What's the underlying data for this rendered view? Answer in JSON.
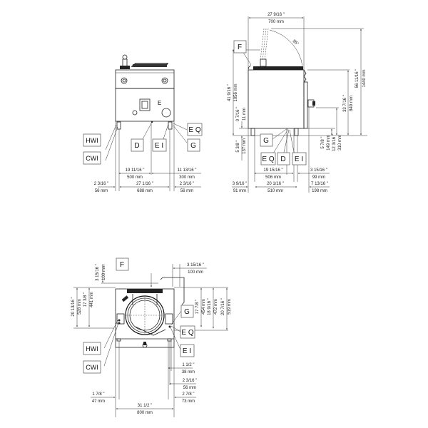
{
  "labels": {
    "HWI": "HWI",
    "CWI": "CWI",
    "D": "D",
    "EI": "E I",
    "EQ": "E Q",
    "G": "G",
    "F": "F"
  },
  "front_view": {
    "dims": {
      "d500_in": "19 11/16 \"",
      "d500_mm": "500 mm",
      "d300_in": "11 13/16 \"",
      "d300_mm": "300 mm",
      "d56l_in": "2 3/16 \"",
      "d56l_mm": "56 mm",
      "d688_in": "27 1/16 \"",
      "d688_mm": "688 mm",
      "d56r_in": "2 3/16 \"",
      "d56r_mm": "56 mm"
    }
  },
  "side_view": {
    "dims": {
      "d700_in": "27 9/16 \"",
      "d700_mm": "700 mm",
      "angle": "85°",
      "d1056_in": "41 9/16 \"",
      "d1056_mm": "1056 mm",
      "d11_in": "0 7/16 \"",
      "d11_mm": "11 mm",
      "d137_in": "5 3/8 \"",
      "d137_mm": "137 mm",
      "d849_in": "33 7/16 \"",
      "d849_mm": "849 mm",
      "d1440_in": "56 11/16 \"",
      "d1440_mm": "1440 mm",
      "d149_in": "5 7/8 \"",
      "d149_mm": "149 mm",
      "d310_in": "12 3/16 \"",
      "d310_mm": "310 mm",
      "d506_in": "19 15/16 \"",
      "d506_mm": "506 mm",
      "d99_in": "3 15/16 \"",
      "d99_mm": "99 mm",
      "d91_in": "3 9/16 \"",
      "d91_mm": "91 mm",
      "d510_in": "20 1/16 \"",
      "d510_mm": "510 mm",
      "d198_in": "7 13/16 \"",
      "d198_mm": "198 mm"
    }
  },
  "top_view": {
    "dims": {
      "d100v_in": "3 15/16 \"",
      "d100v_mm": "100 mm",
      "d100h_in": "3 15/16 \"",
      "d100h_mm": "100 mm",
      "d528_in": "20 13/16 \"",
      "d528_mm": "528 mm",
      "d441_in": "17 3/8 \"",
      "d441_mm": "441 mm",
      "d454_in": "17 7/8 \"",
      "d454_mm": "454 mm",
      "d472_in": "18 9/16 \"",
      "d472_mm": "472 mm",
      "d519_in": "20 7/16 \"",
      "d519_mm": "519 mm",
      "d38_in": "1 1/2 \"",
      "d38_mm": "38 mm",
      "d56_in": "2 3/16 \"",
      "d56_mm": "56 mm",
      "d73_in": "2 7/8 \"",
      "d73_mm": "73 mm",
      "d47_in": "1 7/8 \"",
      "d47_mm": "47 mm",
      "d800_in": "31 1/2 \"",
      "d800_mm": "800 mm"
    }
  }
}
